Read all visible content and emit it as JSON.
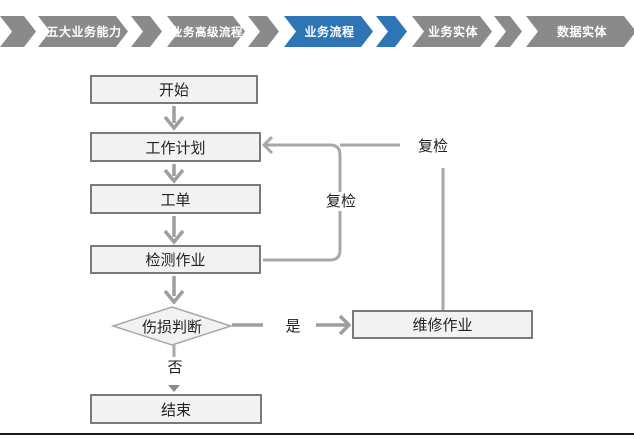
{
  "nav": {
    "items": [
      {
        "label": "五大业务能力",
        "active": false
      },
      {
        "label": "业务高级流程",
        "active": false
      },
      {
        "label": "业务流程",
        "active": true
      },
      {
        "label": "业务实体",
        "active": false
      },
      {
        "label": "数据实体",
        "active": false
      }
    ],
    "colors": {
      "inactive_bg": "#8a8a8a",
      "active_bg": "#2e75b6",
      "text": "#ffffff"
    }
  },
  "flowchart": {
    "nodes": [
      {
        "id": "start",
        "type": "process",
        "label": "开始"
      },
      {
        "id": "work-plan",
        "type": "process",
        "label": "工作计划"
      },
      {
        "id": "work-order",
        "type": "process",
        "label": "工单"
      },
      {
        "id": "inspection-job",
        "type": "process",
        "label": "检测作业"
      },
      {
        "id": "damage-judgment",
        "type": "decision",
        "label": "伤损判断"
      },
      {
        "id": "repair-job",
        "type": "process",
        "label": "维修作业"
      },
      {
        "id": "end",
        "type": "process",
        "label": "结束"
      }
    ],
    "edges": [
      {
        "from": "start",
        "to": "work-plan"
      },
      {
        "from": "work-plan",
        "to": "work-order"
      },
      {
        "from": "work-order",
        "to": "inspection-job"
      },
      {
        "from": "inspection-job",
        "to": "damage-judgment"
      },
      {
        "from": "damage-judgment",
        "to": "repair-job",
        "label": "是"
      },
      {
        "from": "damage-judgment",
        "to": "end",
        "label": "否"
      },
      {
        "from": "inspection-job",
        "to": "work-plan",
        "label": "复检"
      },
      {
        "from": "repair-job",
        "to": "work-plan",
        "label": "复检"
      }
    ],
    "labels": {
      "yes": "是",
      "no": "否",
      "recheck_inner": "复检",
      "recheck_outer": "复检"
    },
    "colors": {
      "node_fill": "#f2f2f2",
      "node_border": "#7a7a7a",
      "line": "#9e9e9e",
      "text": "#222222"
    }
  }
}
